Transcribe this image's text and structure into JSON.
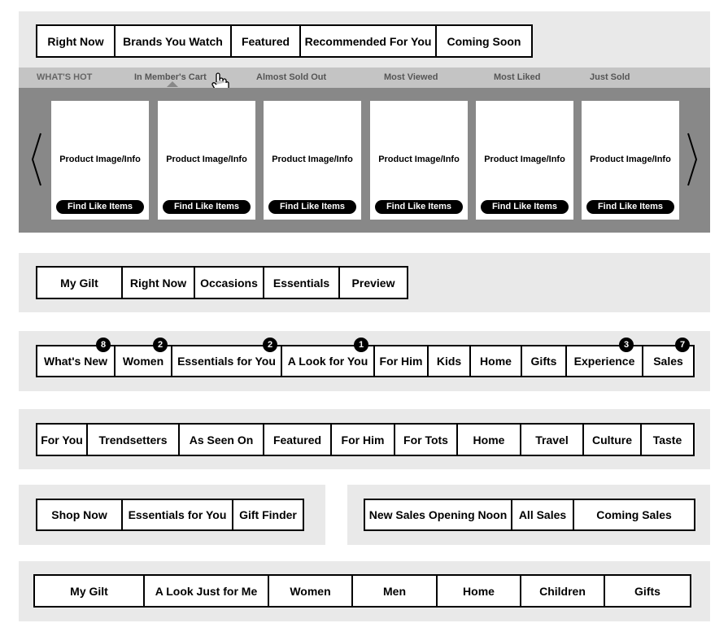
{
  "nav1": {
    "tabs": [
      "Right Now",
      "Brands You Watch",
      "Featured",
      "Recommended For You",
      "Coming Soon"
    ]
  },
  "strip": {
    "items": [
      "WHAT'S HOT",
      "In Member's Cart",
      "Almost Sold Out",
      "Most Viewed",
      "Most Liked",
      "Just Sold"
    ],
    "active": "In Member's Cart"
  },
  "carousel": {
    "cards": [
      {
        "info": "Product Image/Info",
        "button": "Find Like Items"
      },
      {
        "info": "Product Image/Info",
        "button": "Find Like Items"
      },
      {
        "info": "Product Image/Info",
        "button": "Find Like Items"
      },
      {
        "info": "Product Image/Info",
        "button": "Find Like Items"
      },
      {
        "info": "Product Image/Info",
        "button": "Find Like Items"
      },
      {
        "info": "Product Image/Info",
        "button": "Find Like Items"
      }
    ],
    "prev_icon": "chevron-left-icon",
    "next_icon": "chevron-right-icon"
  },
  "nav2": {
    "tabs": [
      "My Gilt",
      "Right Now",
      "Occasions",
      "Essentials",
      "Preview"
    ]
  },
  "nav3": {
    "tabs": [
      {
        "label": "What's New",
        "badge": "8"
      },
      {
        "label": "Women",
        "badge": "2"
      },
      {
        "label": "Essentials for You",
        "badge": "2"
      },
      {
        "label": "A Look for You",
        "badge": "1"
      },
      {
        "label": "For Him",
        "badge": ""
      },
      {
        "label": "Kids",
        "badge": ""
      },
      {
        "label": "Home",
        "badge": ""
      },
      {
        "label": "Gifts",
        "badge": ""
      },
      {
        "label": "Experience",
        "badge": "3"
      },
      {
        "label": "Sales",
        "badge": "7"
      }
    ]
  },
  "nav4": {
    "tabs": [
      "For You",
      "Trendsetters",
      "As Seen On",
      "Featured",
      "For Him",
      "For Tots",
      "Home",
      "Travel",
      "Culture",
      "Taste"
    ]
  },
  "nav5": {
    "tabs": [
      "Shop Now",
      "Essentials for You",
      "Gift Finder"
    ]
  },
  "nav6": {
    "tabs": [
      "New Sales Opening Noon",
      "All Sales",
      "Coming Sales"
    ]
  },
  "nav7": {
    "tabs": [
      "My Gilt",
      "A Look Just for Me",
      "Women",
      "Men",
      "Home",
      "Children",
      "Gifts"
    ]
  }
}
